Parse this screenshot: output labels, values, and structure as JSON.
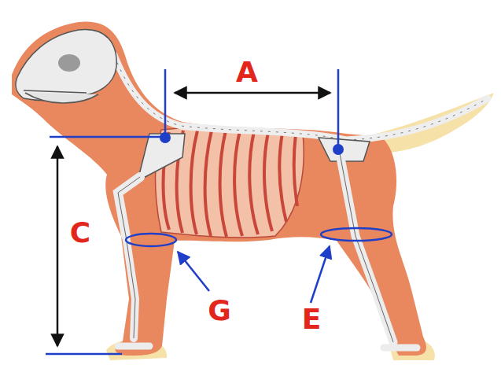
{
  "diagram": {
    "labels": [
      "A",
      "C",
      "G",
      "E"
    ]
  }
}
